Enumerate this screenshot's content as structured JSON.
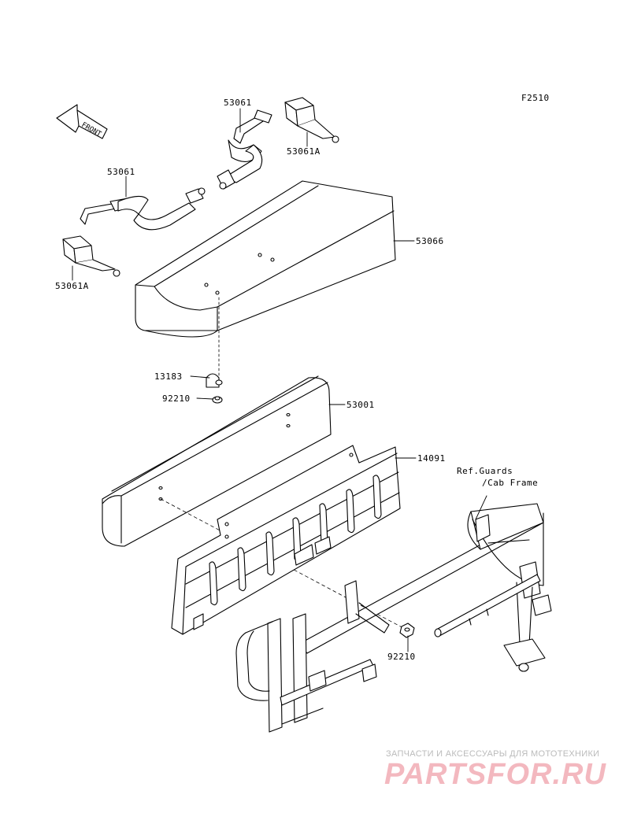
{
  "figure_code": "F2510",
  "front_label": "FRONT",
  "parts": [
    {
      "label": "53061"
    },
    {
      "label": "53061A"
    },
    {
      "label": "53061"
    },
    {
      "label": "53061A"
    },
    {
      "label": "53066"
    },
    {
      "label": "13183"
    },
    {
      "label": "92210"
    },
    {
      "label": "53001"
    },
    {
      "label": "14091"
    },
    {
      "label": "92210"
    }
  ],
  "reference_note": {
    "line1": "Ref.Guards",
    "line2": "/Cab Frame"
  },
  "watermark": {
    "caption": "ЗАПЧАСТИ И АКСЕССУАРЫ ДЛЯ МОТОТЕХНИКИ",
    "logo": "PARTSFOR.RU",
    "color": "#f3b8bf"
  }
}
